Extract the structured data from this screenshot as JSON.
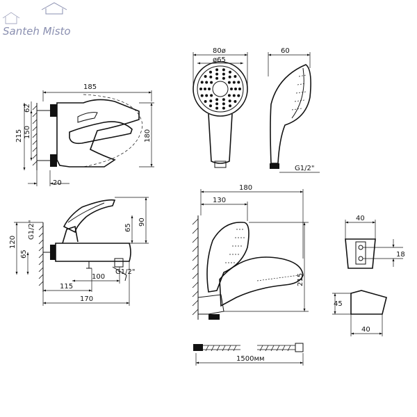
{
  "logo": {
    "text": "Santeh Misto"
  },
  "dims": {
    "top_mixer": {
      "width": "185",
      "d62": "62",
      "d150": "150",
      "d215": "215",
      "d180": "180",
      "d20": "20"
    },
    "side_mixer": {
      "g12": "G1/2\"",
      "d120": "120",
      "d65a": "65",
      "d65b": "65",
      "d90": "90",
      "d115": "115",
      "d100": "100",
      "g12b": "G1/2\"",
      "d170": "170"
    },
    "hand_shower_front": {
      "d80": "80ø",
      "d65": "ø65"
    },
    "hand_shower_side": {
      "d60": "60",
      "g12": "G1/2\""
    },
    "shower_holder": {
      "d180": "180",
      "d130": "130",
      "d215": "215"
    },
    "bracket_front": {
      "d40": "40",
      "d18": "18"
    },
    "bracket_side": {
      "d45": "45",
      "d40": "40"
    },
    "hose": {
      "length": "1500мм"
    }
  }
}
